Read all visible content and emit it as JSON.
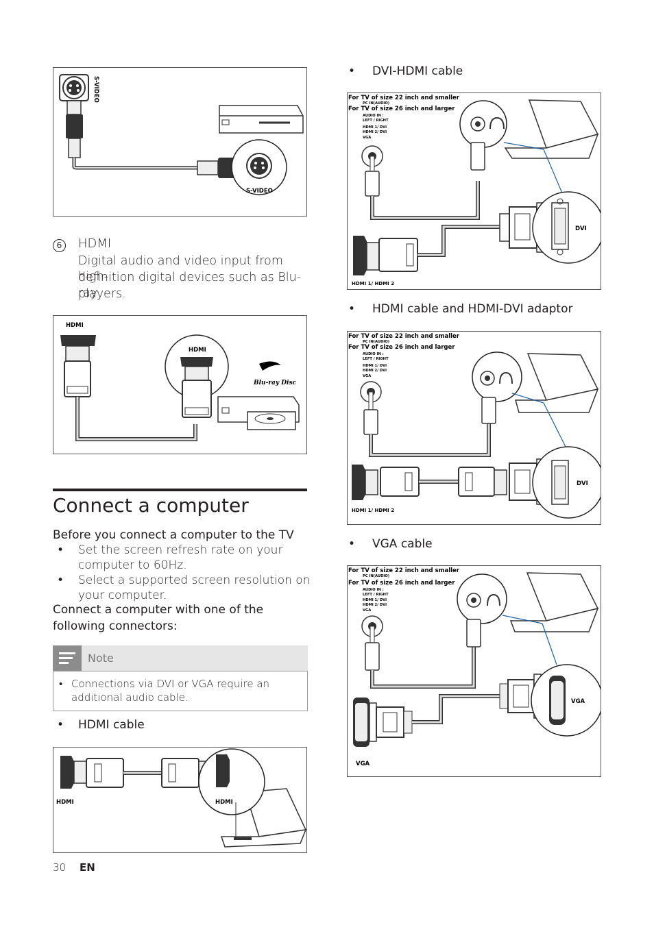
{
  "svideo_figure": {
    "label_top": "S-VIDEO",
    "label_bottom": "S-VIDEO"
  },
  "hdmi_item": {
    "number": "6",
    "title": "HDMI",
    "desc_lines": [
      "Digital audio and video input from high-",
      "definition digital devices such as Blu-ray",
      "players."
    ]
  },
  "hdmi_figure": {
    "label_left": "HDMI",
    "label_circle": "HDMI",
    "bluray_logo": "Blu-ray Disc"
  },
  "section": {
    "title": "Connect a computer",
    "before_heading": "Before you connect a computer to the TV",
    "bullets": [
      {
        "line1": "Set the screen refresh rate on your",
        "line2": "computer to 60Hz."
      },
      {
        "line1": "Select a supported screen resolution on",
        "line2": "your computer."
      }
    ],
    "connect_line1": "Connect a computer with one of the",
    "connect_line2": "following connectors:"
  },
  "note": {
    "label": "Note",
    "line1": "Connections via DVI or VGA require an",
    "line2": "additional audio cable."
  },
  "hdmi_cable": {
    "title": "HDMI cable",
    "label_left": "HDMI",
    "label_right": "HDMI"
  },
  "ports": {
    "line1": "For TV of size 22 inch and smaller",
    "line1_sub": "PC IN(AUDIO)",
    "line2": "For TV of size 26 inch and larger",
    "audio": "AUDIO IN :",
    "lr": "LEFT / RIGHT",
    "hdmi1": "HDMI 1/ DVI",
    "hdmi2": "HDMI 2/ DVI",
    "vga": "VGA"
  },
  "dvi_hdmi": {
    "title": "DVI-HDMI cable",
    "dvi_label": "DVI",
    "hdmi_label": "HDMI  1/ HDMI 2"
  },
  "hdmi_dvi_adaptor": {
    "title": "HDMI cable and HDMI-DVI adaptor",
    "dvi_label": "DVI",
    "hdmi_label": "HDMI 1/ HDMI 2"
  },
  "vga_cable": {
    "title": "VGA cable",
    "vga_label_right": "VGA",
    "vga_label_left": "VGA"
  },
  "footer": {
    "page_number": "30",
    "lang": "EN"
  }
}
